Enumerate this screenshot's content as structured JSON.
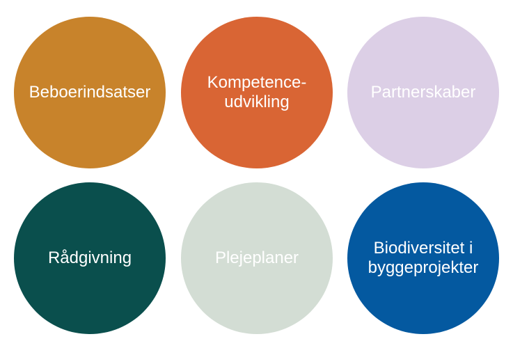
{
  "circles": [
    {
      "label": "Beboerindsatser",
      "fill": "#C8832B",
      "text_color": "#FFFFFF"
    },
    {
      "label": "Kompetence-\nudvikling",
      "fill": "#D96534",
      "text_color": "#FFFFFF"
    },
    {
      "label": "Partnerskaber",
      "fill": "#DCCFE6",
      "text_color": "#FFFFFF"
    },
    {
      "label": "Rådgivning",
      "fill": "#0A4F4D",
      "text_color": "#FFFFFF"
    },
    {
      "label": "Plejeplaner",
      "fill": "#D3DDD4",
      "text_color": "#FFFFFF"
    },
    {
      "label": "Biodiversitet i\nbyggeprojekter",
      "fill": "#0459A0",
      "text_color": "#FFFFFF"
    }
  ]
}
